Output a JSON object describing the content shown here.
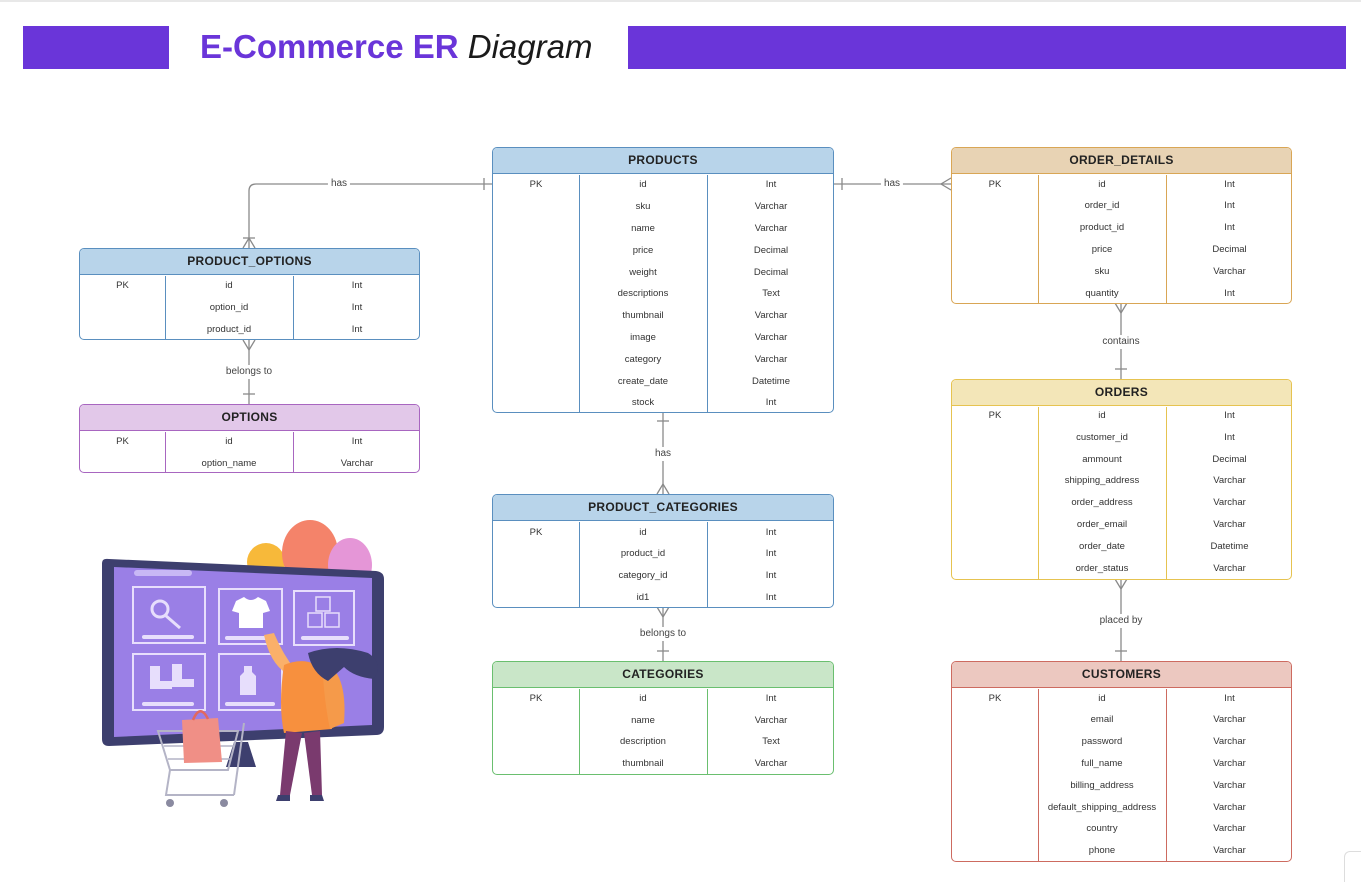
{
  "title": {
    "part1": "E-Commerce ER",
    "part2": "Diagram"
  },
  "colors": {
    "brand": "#6a35d9",
    "products": "#5a8fbf",
    "products_fill": "#b8d4ea",
    "order_details": "#d9a655",
    "order_details_fill": "#e8d3b4",
    "orders": "#e6c350",
    "orders_fill": "#f3e6b8",
    "customers": "#cd6b60",
    "customers_fill": "#ecc8c0",
    "categories": "#6abf6f",
    "categories_fill": "#c9e6c8",
    "options": "#a866c0",
    "options_fill": "#e2c8e9"
  },
  "relationships": [
    {
      "label": "has"
    },
    {
      "label": "has"
    },
    {
      "label": "belongs to"
    },
    {
      "label": "has"
    },
    {
      "label": "belongs to"
    },
    {
      "label": "contains"
    },
    {
      "label": "placed by"
    }
  ],
  "entities": [
    {
      "name": "PRODUCTS",
      "color_key": "products",
      "rows": [
        [
          "PK",
          "id",
          "Int"
        ],
        [
          "",
          "sku",
          "Varchar"
        ],
        [
          "",
          "name",
          "Varchar"
        ],
        [
          "",
          "price",
          "Decimal"
        ],
        [
          "",
          "weight",
          "Decimal"
        ],
        [
          "",
          "descriptions",
          "Text"
        ],
        [
          "",
          "thumbnail",
          "Varchar"
        ],
        [
          "",
          "image",
          "Varchar"
        ],
        [
          "",
          "category",
          "Varchar"
        ],
        [
          "",
          "create_date",
          "Datetime"
        ],
        [
          "",
          "stock",
          "Int"
        ]
      ]
    },
    {
      "name": "PRODUCT_OPTIONS",
      "color_key": "products",
      "rows": [
        [
          "PK",
          "id",
          "Int"
        ],
        [
          "",
          "option_id",
          "Int"
        ],
        [
          "",
          "product_id",
          "Int"
        ]
      ]
    },
    {
      "name": "OPTIONS",
      "color_key": "options",
      "rows": [
        [
          "PK",
          "id",
          "Int"
        ],
        [
          "",
          "option_name",
          "Varchar"
        ]
      ]
    },
    {
      "name": "PRODUCT_CATEGORIES",
      "color_key": "products",
      "rows": [
        [
          "PK",
          "id",
          "Int"
        ],
        [
          "",
          "product_id",
          "Int"
        ],
        [
          "",
          "category_id",
          "Int"
        ],
        [
          "",
          "id1",
          "Int"
        ]
      ]
    },
    {
      "name": "CATEGORIES",
      "color_key": "categories",
      "rows": [
        [
          "PK",
          "id",
          "Int"
        ],
        [
          "",
          "name",
          "Varchar"
        ],
        [
          "",
          "description",
          "Text"
        ],
        [
          "",
          "thumbnail",
          "Varchar"
        ]
      ]
    },
    {
      "name": "ORDER_DETAILS",
      "color_key": "order_details",
      "rows": [
        [
          "PK",
          "id",
          "Int"
        ],
        [
          "",
          "order_id",
          "Int"
        ],
        [
          "",
          "product_id",
          "Int"
        ],
        [
          "",
          "price",
          "Decimal"
        ],
        [
          "",
          "sku",
          "Varchar"
        ],
        [
          "",
          "quantity",
          "Int"
        ]
      ]
    },
    {
      "name": "ORDERS",
      "color_key": "orders",
      "rows": [
        [
          "PK",
          "id",
          "Int"
        ],
        [
          "",
          "customer_id",
          "Int"
        ],
        [
          "",
          "ammount",
          "Decimal"
        ],
        [
          "",
          "shipping_address",
          "Varchar"
        ],
        [
          "",
          "order_address",
          "Varchar"
        ],
        [
          "",
          "order_email",
          "Varchar"
        ],
        [
          "",
          "order_date",
          "Datetime"
        ],
        [
          "",
          "order_status",
          "Varchar"
        ]
      ]
    },
    {
      "name": "CUSTOMERS",
      "color_key": "customers",
      "rows": [
        [
          "PK",
          "id",
          "Int"
        ],
        [
          "",
          "email",
          "Varchar"
        ],
        [
          "",
          "password",
          "Varchar"
        ],
        [
          "",
          "full_name",
          "Varchar"
        ],
        [
          "",
          "billing_address",
          "Varchar"
        ],
        [
          "",
          "default_shipping_address",
          "Varchar"
        ],
        [
          "",
          "country",
          "Varchar"
        ],
        [
          "",
          "phone",
          "Varchar"
        ]
      ]
    }
  ]
}
